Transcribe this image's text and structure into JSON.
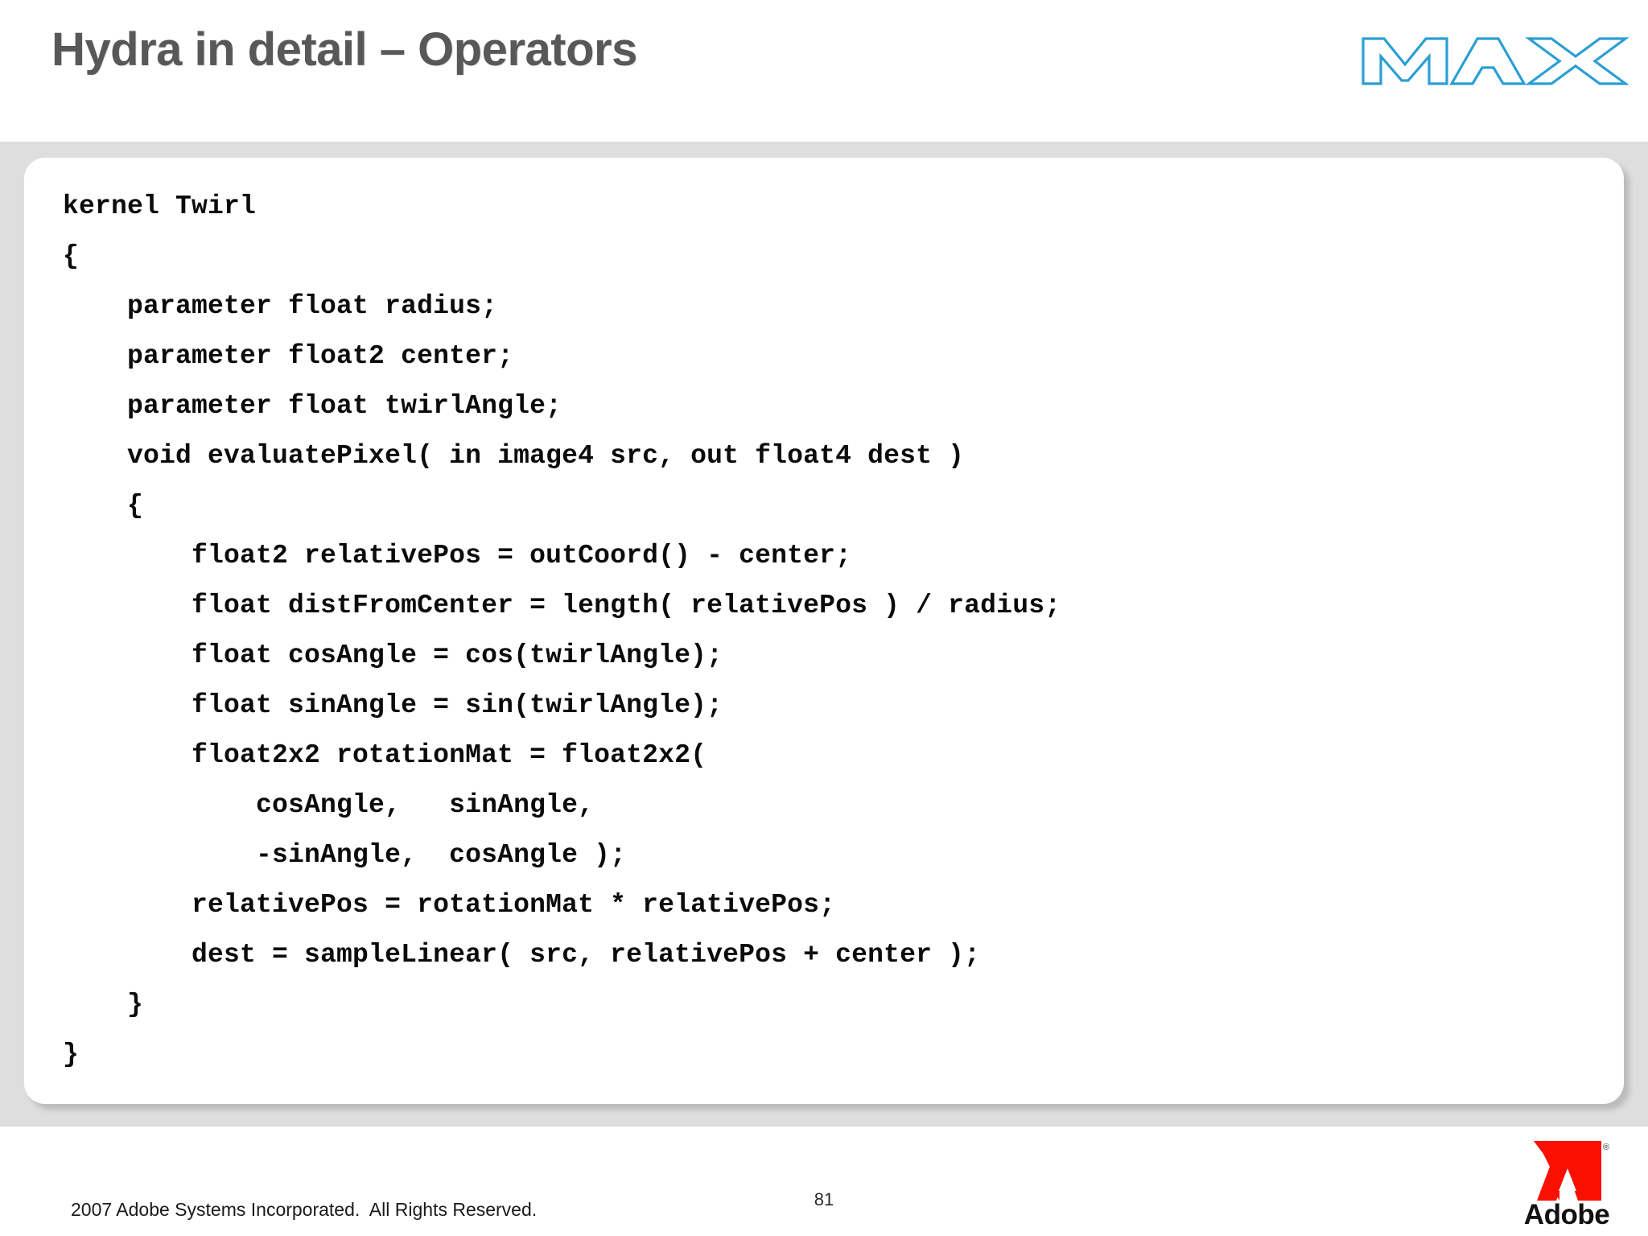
{
  "header": {
    "title": "Hydra in detail – Operators",
    "logo_name": "MAX",
    "logo_color": "#2b9fd4",
    "title_color": "#585858"
  },
  "code_panel": {
    "language": "Hydra kernel language",
    "background": "#ffffff",
    "band_color": "#dedede",
    "lines": [
      "kernel Twirl",
      "{",
      "    parameter float radius;",
      "    parameter float2 center;",
      "    parameter float twirlAngle;",
      "    void evaluatePixel( in image4 src, out float4 dest )",
      "    {",
      "        float2 relativePos = outCoord() - center;",
      "        float distFromCenter = length( relativePos ) / radius;",
      "        float cosAngle = cos(twirlAngle);",
      "        float sinAngle = sin(twirlAngle);",
      "        float2x2 rotationMat = float2x2(",
      "            cosAngle,   sinAngle,",
      "            -sinAngle,  cosAngle );",
      "        relativePos = rotationMat * relativePos;",
      "        dest = sampleLinear( src, relativePos + center );",
      "    }",
      "}"
    ],
    "text": "kernel Twirl\n{\n    parameter float radius;\n    parameter float2 center;\n    parameter float twirlAngle;\n    void evaluatePixel( in image4 src, out float4 dest )\n    {\n        float2 relativePos = outCoord() - center;\n        float distFromCenter = length( relativePos ) / radius;\n        float cosAngle = cos(twirlAngle);\n        float sinAngle = sin(twirlAngle);\n        float2x2 rotationMat = float2x2(\n            cosAngle,   sinAngle,\n            -sinAngle,  cosAngle );\n        relativePos = rotationMat * relativePos;\n        dest = sampleLinear( src, relativePos + center );\n    }\n}"
  },
  "footer": {
    "copyright": "2007 Adobe Systems Incorporated.  All Rights Reserved.",
    "page_number": "81",
    "brand": "Adobe",
    "brand_color": "#fa0f00",
    "trademark": "®"
  }
}
